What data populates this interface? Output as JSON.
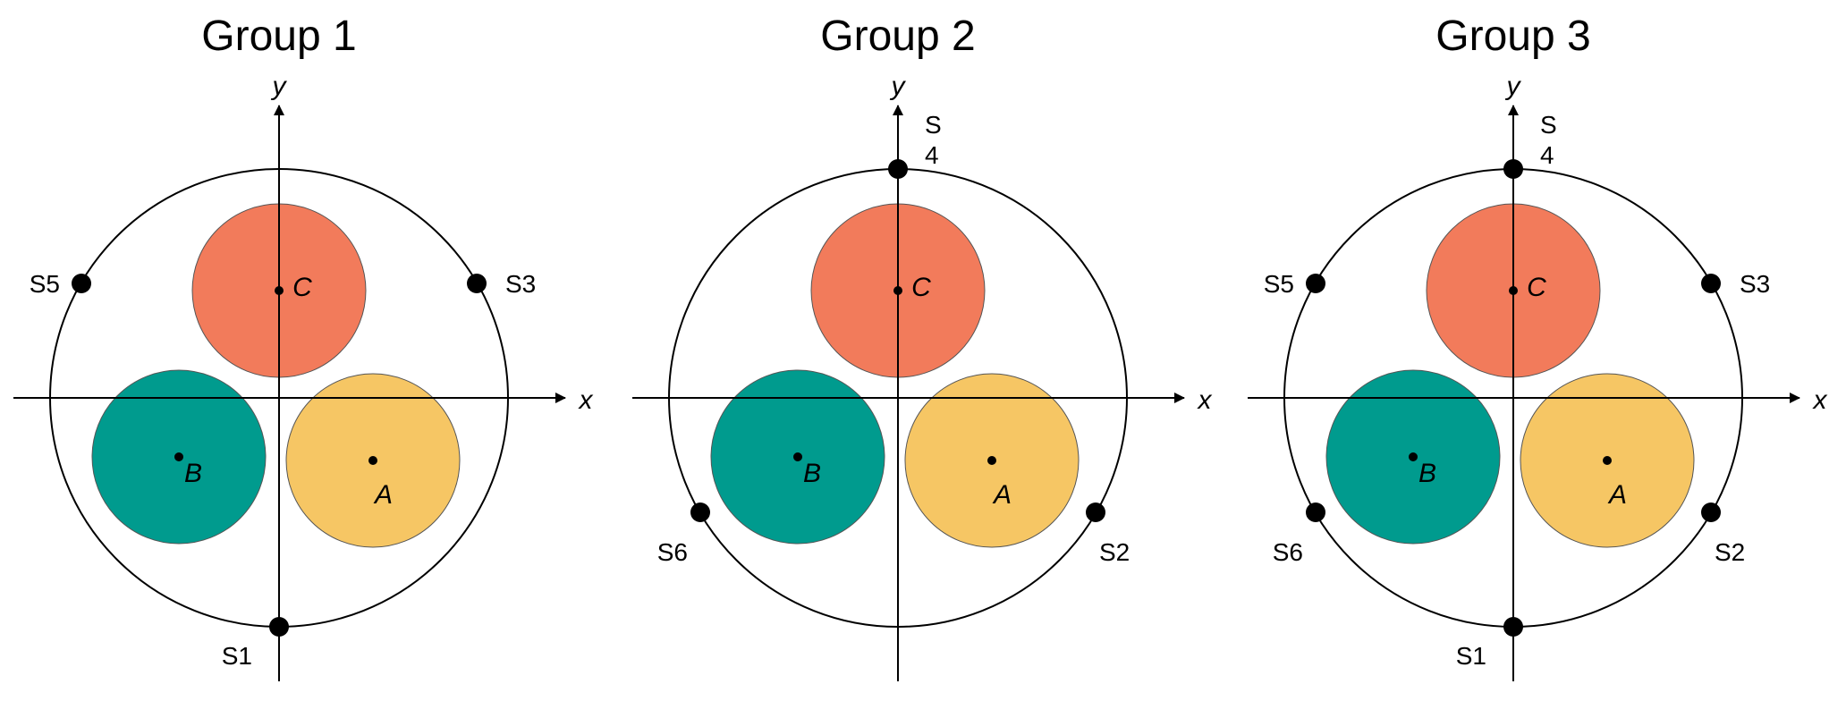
{
  "colors": {
    "conductor_a": "#F6C664",
    "conductor_b": "#009B8E",
    "conductor_c": "#F27B5B",
    "line": "#000000"
  },
  "labels": {
    "x_axis": "x",
    "y_axis": "y",
    "A": "A",
    "B": "B",
    "C": "C"
  },
  "groups": [
    {
      "title": "Group 1",
      "sensors": [
        {
          "id": "s1",
          "label": "S1"
        },
        {
          "id": "s3",
          "label": "S3"
        },
        {
          "id": "s5",
          "label": "S5"
        }
      ]
    },
    {
      "title": "Group 2",
      "sensors": [
        {
          "id": "s2",
          "label": "S2"
        },
        {
          "id": "s4",
          "label": "S\n4"
        },
        {
          "id": "s6",
          "label": "S6"
        }
      ]
    },
    {
      "title": "Group 3",
      "sensors": [
        {
          "id": "s1",
          "label": "S1"
        },
        {
          "id": "s2",
          "label": "S2"
        },
        {
          "id": "s3",
          "label": "S3"
        },
        {
          "id": "s4",
          "label": "S\n4"
        },
        {
          "id": "s5",
          "label": "S5"
        },
        {
          "id": "s6",
          "label": "S6"
        }
      ]
    }
  ]
}
